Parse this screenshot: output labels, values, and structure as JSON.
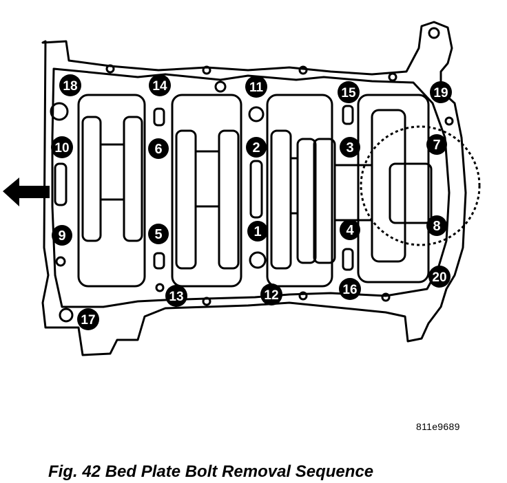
{
  "figure": {
    "caption": "Fig. 42 Bed Plate Bolt Removal Sequence",
    "reference_code": "811e9689"
  },
  "direction_arrow": {
    "icon": "arrow-left-icon"
  },
  "bolts": [
    {
      "number": "1"
    },
    {
      "number": "2"
    },
    {
      "number": "3"
    },
    {
      "number": "4"
    },
    {
      "number": "5"
    },
    {
      "number": "6"
    },
    {
      "number": "7"
    },
    {
      "number": "8"
    },
    {
      "number": "9"
    },
    {
      "number": "10"
    },
    {
      "number": "11"
    },
    {
      "number": "12"
    },
    {
      "number": "13"
    },
    {
      "number": "14"
    },
    {
      "number": "15"
    },
    {
      "number": "16"
    },
    {
      "number": "17"
    },
    {
      "number": "18"
    },
    {
      "number": "19"
    },
    {
      "number": "20"
    }
  ],
  "colors": {
    "line": "#000000",
    "bolt_fill": "#000000",
    "bolt_text": "#ffffff",
    "background": "#ffffff"
  }
}
